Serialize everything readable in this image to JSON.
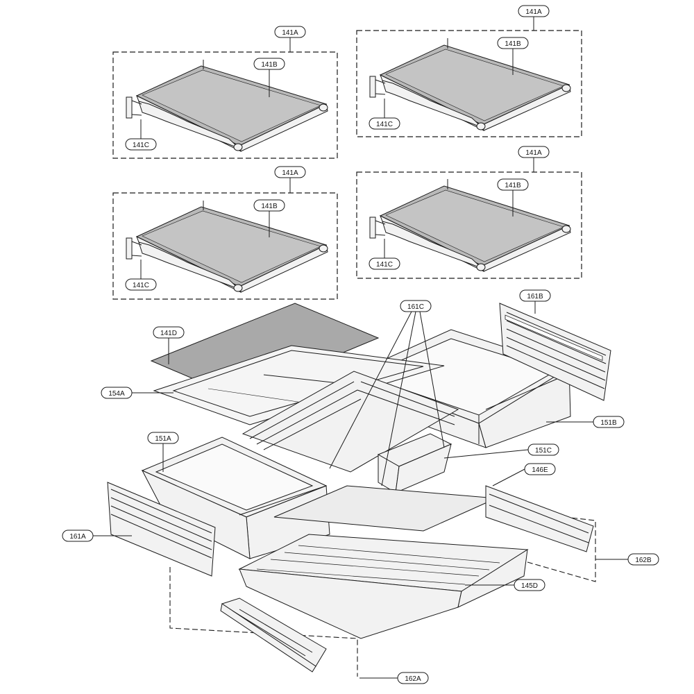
{
  "colors": {
    "line": "#1a1a1a",
    "glass": "#b9b9b9",
    "glass_dark": "#a9a9a9",
    "part_fill": "#f2f2f2",
    "background": "#ffffff"
  },
  "callouts": {
    "c141A_1": "141A",
    "c141B_1": "141B",
    "c141C_1": "141C",
    "c141A_2": "141A",
    "c141B_2": "141B",
    "c141C_2": "141C",
    "c141A_3": "141A",
    "c141B_3": "141B",
    "c141C_3": "141C",
    "c141A_4": "141A",
    "c141B_4": "141B",
    "c141C_4": "141C",
    "c141D": "141D",
    "c154A": "154A",
    "c161C": "161C",
    "c161B": "161B",
    "c151B": "151B",
    "c151A": "151A",
    "c151C": "151C",
    "c146E": "146E",
    "c161A": "161A",
    "c162B": "162B",
    "c145D": "145D",
    "c162A": "162A"
  }
}
